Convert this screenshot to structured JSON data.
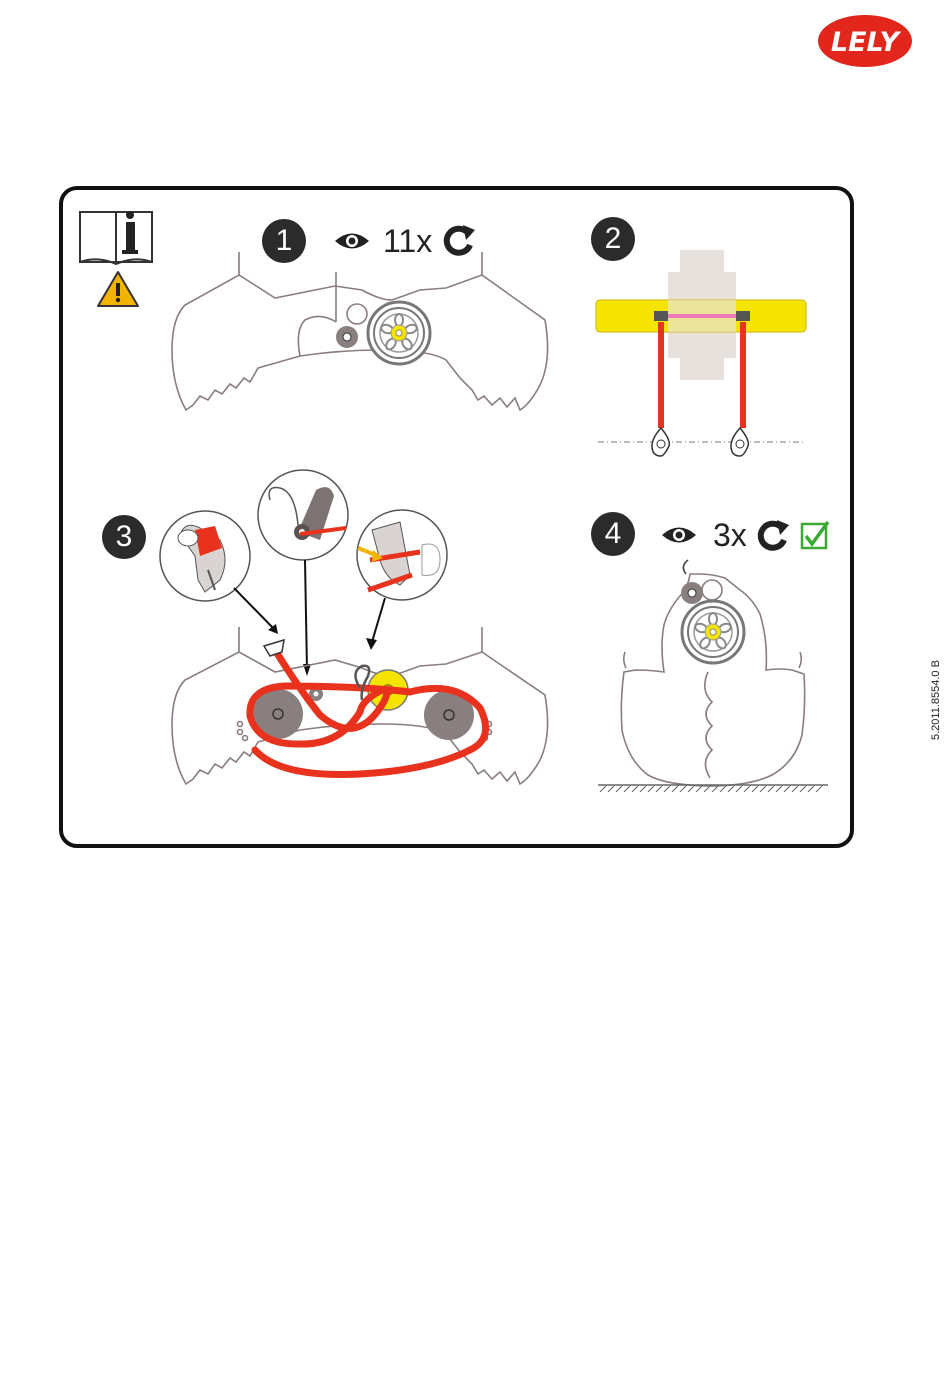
{
  "brand": {
    "logo_text": "LELY",
    "color": "#e2261c"
  },
  "steps": [
    {
      "number": "1",
      "count": "11x",
      "icons": [
        "eye-icon",
        "rotate-icon"
      ]
    },
    {
      "number": "2",
      "icons": []
    },
    {
      "number": "3",
      "icons": []
    },
    {
      "number": "4",
      "count": "3x",
      "icons": [
        "eye-icon",
        "rotate-icon",
        "checkbox-checked-icon"
      ]
    }
  ],
  "header_icons": [
    "manual-info-icon",
    "warning-icon"
  ],
  "document_reference": "5.2011.8554.0 B",
  "colors": {
    "rope": "#e8321e",
    "bar": "#f5e400",
    "wheel_hub": "#f5e400",
    "outline": "#8a7d7d",
    "roller": "#8a7f7f",
    "warning": "#f3b400",
    "check": "#3aaa35"
  }
}
